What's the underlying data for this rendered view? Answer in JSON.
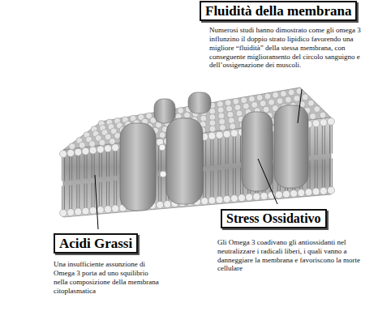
{
  "diagram": {
    "nodes": [
      {
        "text": [
          "Fluidità della membrana",
          "Numerosi studi hanno dimostrato come gli omega 3 influnzino il doppio strato lipidico favorendo una migliore “fluidità” della stessa membrana, con conseguente miglioramento del circolo sanguigno e dell’ossigenazione dei muscoli."
        ]
      },
      {
        "text": [
          "Stress Ossidativo",
          "Gli Omega 3 coadivano gli antiossidanti nel neutralizzare i radicali liberi, i quali vanno a danneggiare la membrana e favoriscono la morte cellulare"
        ]
      },
      {
        "text": [
          "Acidi Grassi",
          "Una insufficiente assunzione di Omega 3 porta ad uno squilibrio nella composizione della membrana citoplasmatica"
        ]
      }
    ]
  }
}
